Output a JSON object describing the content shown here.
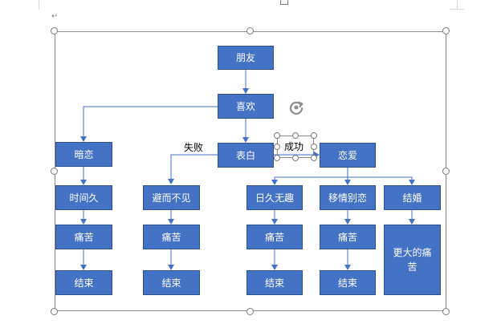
{
  "nodes": {
    "friend": "朋友",
    "like": "喜欢",
    "crush": "暗恋",
    "confess": "表白",
    "love": "恋爱",
    "long_time": "时间久",
    "avoid": "避而不见",
    "boredom": "日久无趣",
    "change_heart": "移情别恋",
    "marry": "结婚",
    "pain_crush": "痛苦",
    "pain_avoid": "痛苦",
    "pain_boredom": "痛苦",
    "pain_change": "痛苦",
    "greater_pain": "更大的痛苦",
    "end_crush": "结束",
    "end_avoid": "结束",
    "end_boredom": "结束",
    "end_change": "结束"
  },
  "labels": {
    "fail": "失败",
    "success": "成功"
  },
  "colors": {
    "box_fill": "#4472c4",
    "box_border": "#2f528f",
    "box_text": "#ffffff",
    "connector": "#4472c4"
  }
}
